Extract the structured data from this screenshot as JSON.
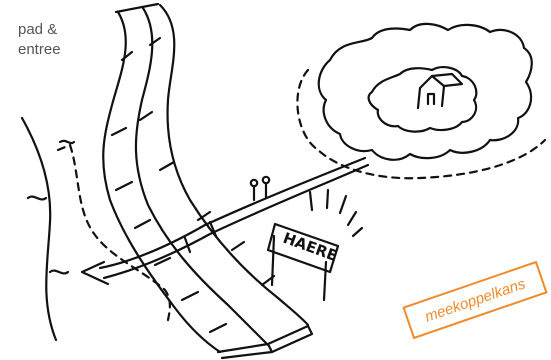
{
  "caption": "pad &\nentree",
  "sign_label": "HAERE",
  "stamp_label": "meekoppelkans",
  "colors": {
    "ink": "#111111",
    "caption": "#555555",
    "stamp": "#f08a2c"
  }
}
